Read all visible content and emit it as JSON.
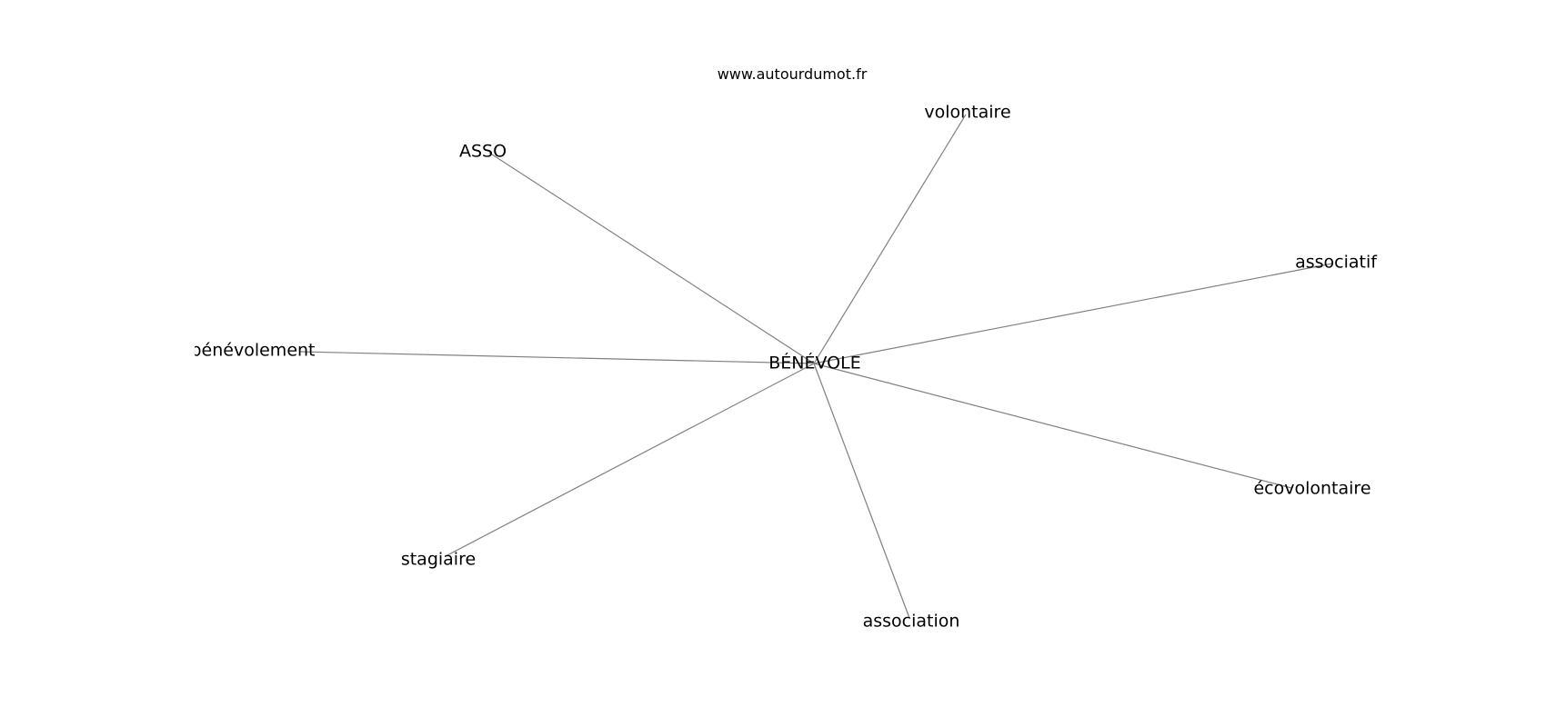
{
  "watermark": "www.autourdumot.fr",
  "center": {
    "label": "BÉNÉVOLE"
  },
  "neighbors": [
    {
      "label": "volontaire"
    },
    {
      "label": "ASSO"
    },
    {
      "label": "associatif"
    },
    {
      "label": "bénévolement"
    },
    {
      "label": "écovolontaire"
    },
    {
      "label": "stagiaire"
    },
    {
      "label": "association"
    }
  ],
  "colors": {
    "edge": "#808080",
    "text": "#000000",
    "background": "#ffffff"
  }
}
